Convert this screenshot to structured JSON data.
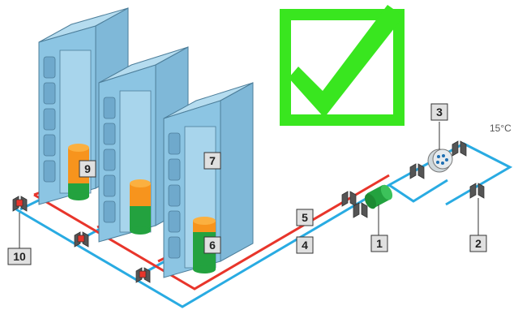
{
  "diagram": {
    "labels": {
      "l1": "1",
      "l2": "2",
      "l3": "3",
      "l4": "4",
      "l5": "5",
      "l6": "6",
      "l7": "7",
      "l9": "9",
      "l10": "10"
    },
    "temperature": "15°C",
    "colors": {
      "cold_pipe": "#29abe2",
      "hot_pipe": "#e8352b",
      "rack": "#8cc5e3",
      "rack_dark": "#6fa9cc",
      "checkmark": "#39e61f",
      "cyl_green": "#23a23f",
      "cyl_orange": "#f7941d"
    }
  }
}
